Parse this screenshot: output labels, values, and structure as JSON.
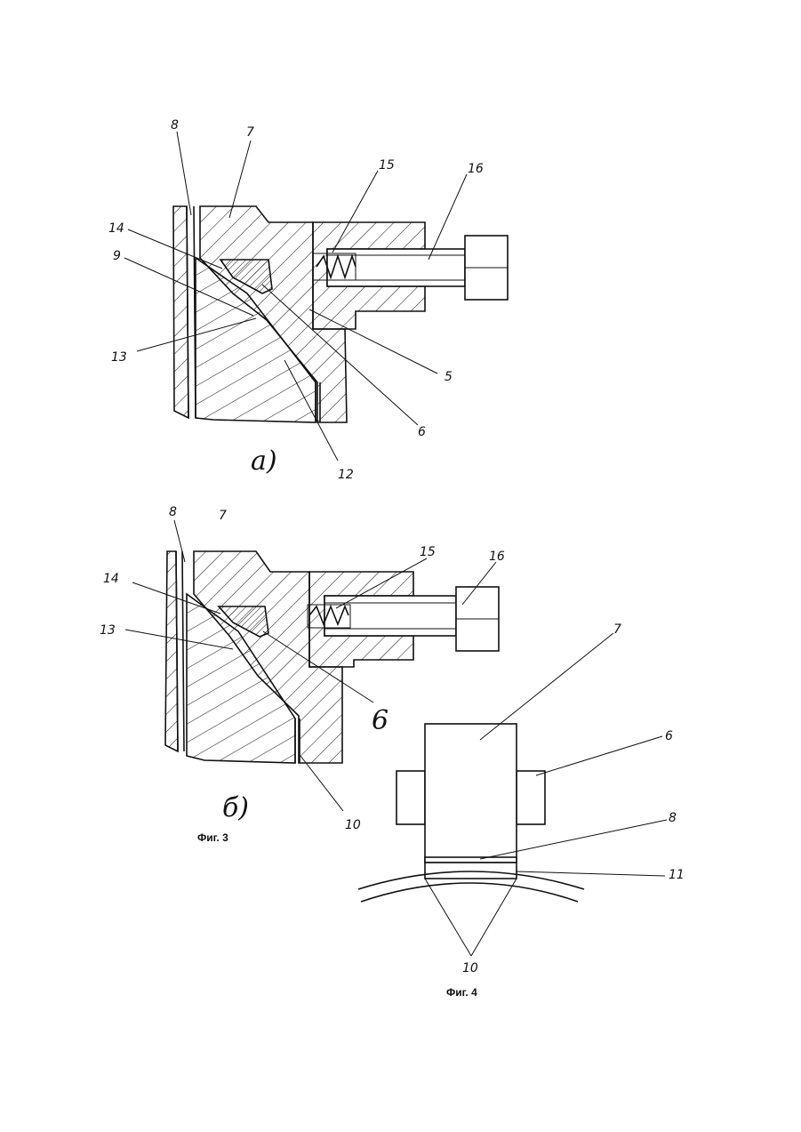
{
  "figure3": {
    "a": {
      "sublabel": "а)",
      "labels": {
        "n8": "8",
        "n7": "7",
        "n15": "15",
        "n16": "16",
        "n14": "14",
        "n9": "9",
        "n13": "13",
        "n5": "5",
        "n6": "6",
        "n12": "12"
      }
    },
    "b": {
      "sublabel": "б)",
      "labels": {
        "n8": "8",
        "n7": "7",
        "n15": "15",
        "n16": "16",
        "n14": "14",
        "n13": "13",
        "n6": "6",
        "n10": "10"
      }
    },
    "caption": "Фиг. 3"
  },
  "figure4": {
    "labels": {
      "n7": "7",
      "n6": "6",
      "n8": "8",
      "n11": "11",
      "n10": "10"
    },
    "caption": "Фиг. 4"
  }
}
